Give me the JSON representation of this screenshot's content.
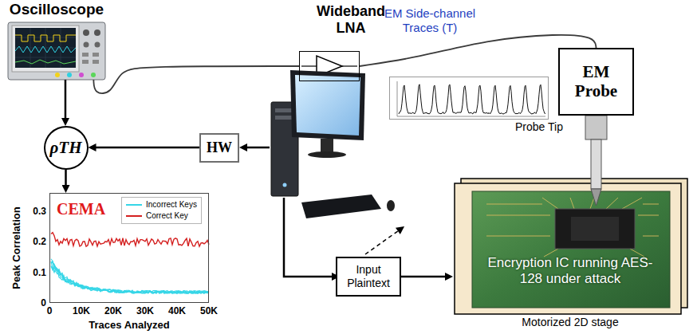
{
  "diagram": {
    "nodes": [
      {
        "text": [
          "Oscilloscope"
        ]
      },
      {
        "text": [
          "Wideband LNA"
        ]
      },
      {
        "text": [
          "EM Probe"
        ]
      },
      {
        "text": [
          "EM Side-channel Traces (T)"
        ]
      },
      {
        "text": [
          "ρTH"
        ]
      },
      {
        "text": [
          "HW"
        ]
      },
      {
        "text": [
          "CEMA"
        ]
      },
      {
        "text": [
          "Input Plaintext"
        ]
      },
      {
        "text": [
          "Encryption IC running AES-128 under attack",
          "Motorized 2D stage"
        ]
      }
    ],
    "edges": [
      {
        "from": 2,
        "to": 1,
        "arrow": "none"
      },
      {
        "from": 1,
        "to": 0,
        "arrow": "none"
      },
      {
        "from": 0,
        "to": 4,
        "arrow": "to"
      },
      {
        "from": 5,
        "to": 4,
        "arrow": "to"
      },
      {
        "from": 4,
        "to": 6,
        "arrow": "to"
      },
      {
        "from": 7,
        "to": 8,
        "arrow": "to"
      }
    ],
    "labels": [
      "Probe Tip",
      "Peak Correlation",
      "0",
      "0.1",
      "0.2",
      "0.3",
      "0",
      "10K",
      "20K",
      "30K",
      "40K",
      "50K",
      "Traces Analyzed"
    ],
    "legend": [
      {
        "text": "Incorrect Keys"
      },
      {
        "text": "Correct Key"
      }
    ]
  }
}
